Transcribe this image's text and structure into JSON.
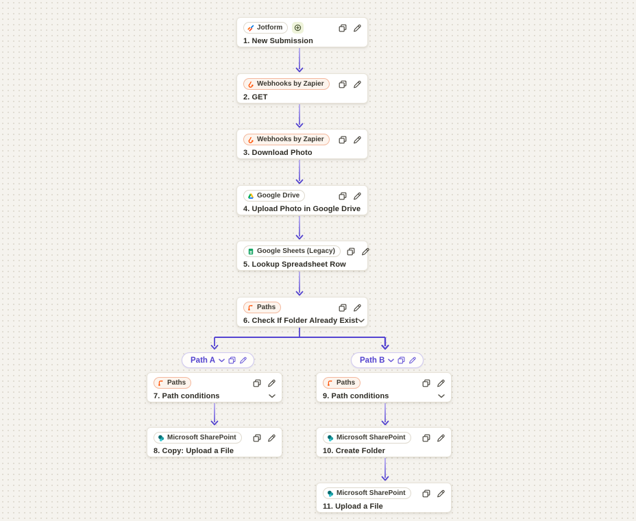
{
  "colors": {
    "canvas_bg": "#f5f3ee",
    "canvas_dot": "#dbd6cb",
    "connector_purple": "#5443d2",
    "connector_purple_light": "#b9aef4",
    "orange_badge_border": "#f3b79c",
    "orange_badge_bg": "#fdf4ed",
    "orange_glyph": "#ff4f00",
    "path_pill_text": "#5343cf",
    "card_bg": "#ffffff"
  },
  "icons": {
    "copy": "two overlapping squares outline",
    "edit": "pencil outline",
    "chevron_down": "v-shaped chevron",
    "add": "plus sign inside circle",
    "jotform": "multicolor jotform logo mark",
    "webhooks": "orange webhook hook glyph",
    "paths": "orange branching path glyph",
    "google_drive": "google drive tricolor triangle",
    "google_sheets": "green spreadsheet tile",
    "sharepoint": "teal sharepoint circles"
  },
  "nodes": [
    {
      "app": "Jotform",
      "title": "1. New Submission"
    },
    {
      "app": "Webhooks by Zapier",
      "title": "2. GET"
    },
    {
      "app": "Webhooks by Zapier",
      "title": "3. Download Photo"
    },
    {
      "app": "Google Drive",
      "title": "4. Upload Photo in Google Drive"
    },
    {
      "app": "Google Sheets (Legacy)",
      "title": "5. Lookup Spreadsheet Row"
    },
    {
      "app": "Paths",
      "title": "6. Check If Folder Already Exist"
    },
    {
      "app": "Paths",
      "title": "7. Path conditions"
    },
    {
      "app": "Microsoft SharePoint",
      "title": "8. Copy: Upload a File"
    },
    {
      "app": "Paths",
      "title": "9. Path conditions"
    },
    {
      "app": "Microsoft SharePoint",
      "title": "10. Create Folder"
    },
    {
      "app": "Microsoft SharePoint",
      "title": "11. Upload a File"
    }
  ],
  "paths": [
    {
      "label": "Path A"
    },
    {
      "label": "Path B"
    }
  ]
}
